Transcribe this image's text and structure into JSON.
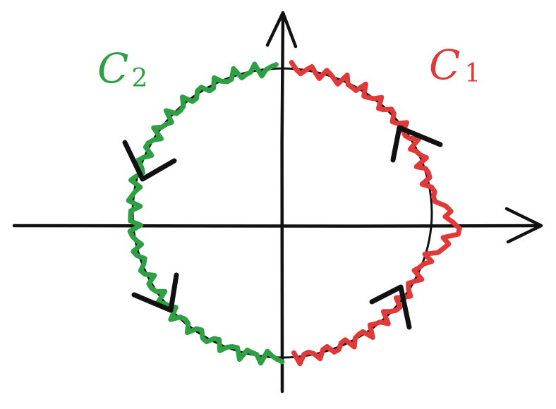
{
  "colors": {
    "axes": "#111111",
    "circle": "#111111",
    "c1": "#e0393a",
    "c2": "#2ea043",
    "arrows": "#111111"
  },
  "labels": {
    "c1": {
      "letter": "C",
      "subscript": "1"
    },
    "c2": {
      "letter": "C",
      "subscript": "2"
    }
  }
}
